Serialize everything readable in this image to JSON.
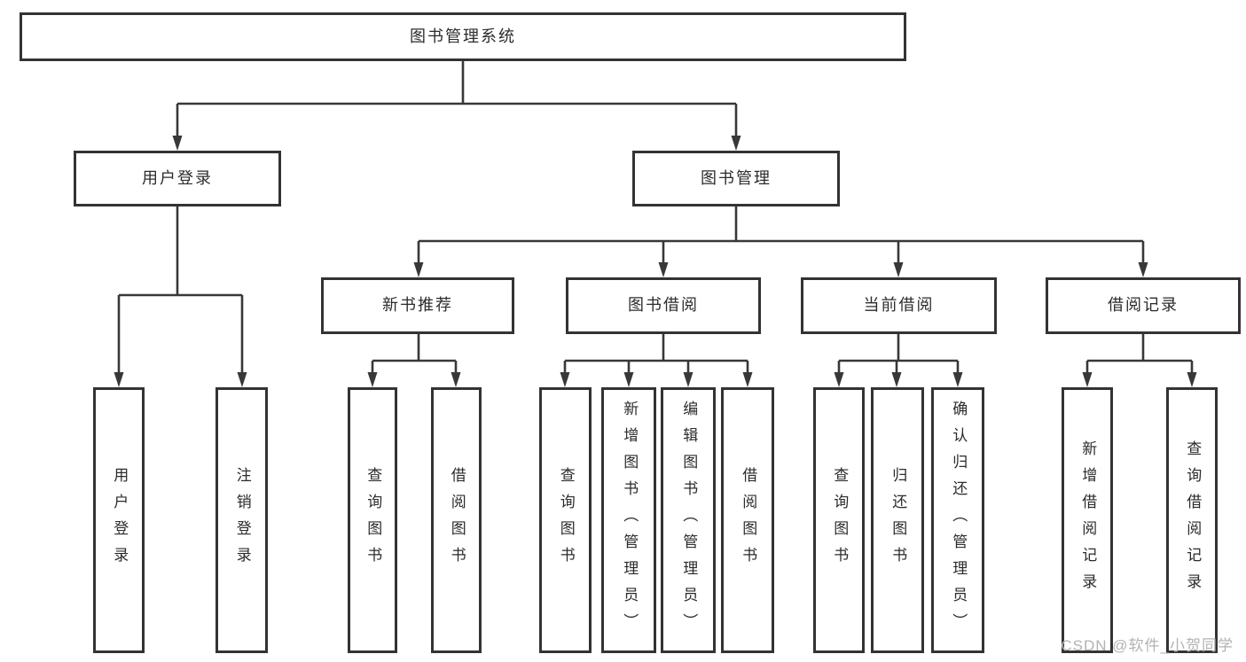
{
  "diagram_title": "图书管理系统",
  "tree": {
    "label": "图书管理系统",
    "children": [
      {
        "label": "用户登录",
        "children": [
          {
            "label": "用户登录"
          },
          {
            "label": "注销登录"
          }
        ]
      },
      {
        "label": "图书管理",
        "children": [
          {
            "label": "新书推荐",
            "children": [
              {
                "label": "查询图书"
              },
              {
                "label": "借阅图书"
              }
            ]
          },
          {
            "label": "图书借阅",
            "children": [
              {
                "label": "查询图书"
              },
              {
                "label": "新增图书（管理员）"
              },
              {
                "label": "编辑图书（管理员）"
              },
              {
                "label": "借阅图书"
              }
            ]
          },
          {
            "label": "当前借阅",
            "children": [
              {
                "label": "查询图书"
              },
              {
                "label": "归还图书"
              },
              {
                "label": "确认归还（管理员）"
              }
            ]
          },
          {
            "label": "借阅记录",
            "children": [
              {
                "label": "新增借阅记录"
              },
              {
                "label": "查询借阅记录"
              }
            ]
          }
        ]
      }
    ]
  },
  "watermark": "CSDN @软件_小贺同学",
  "colors": {
    "line": "#383838",
    "box_border": "#333333",
    "text": "#2b2b2b",
    "watermark": "#b3b3b3",
    "background": "#ffffff"
  }
}
